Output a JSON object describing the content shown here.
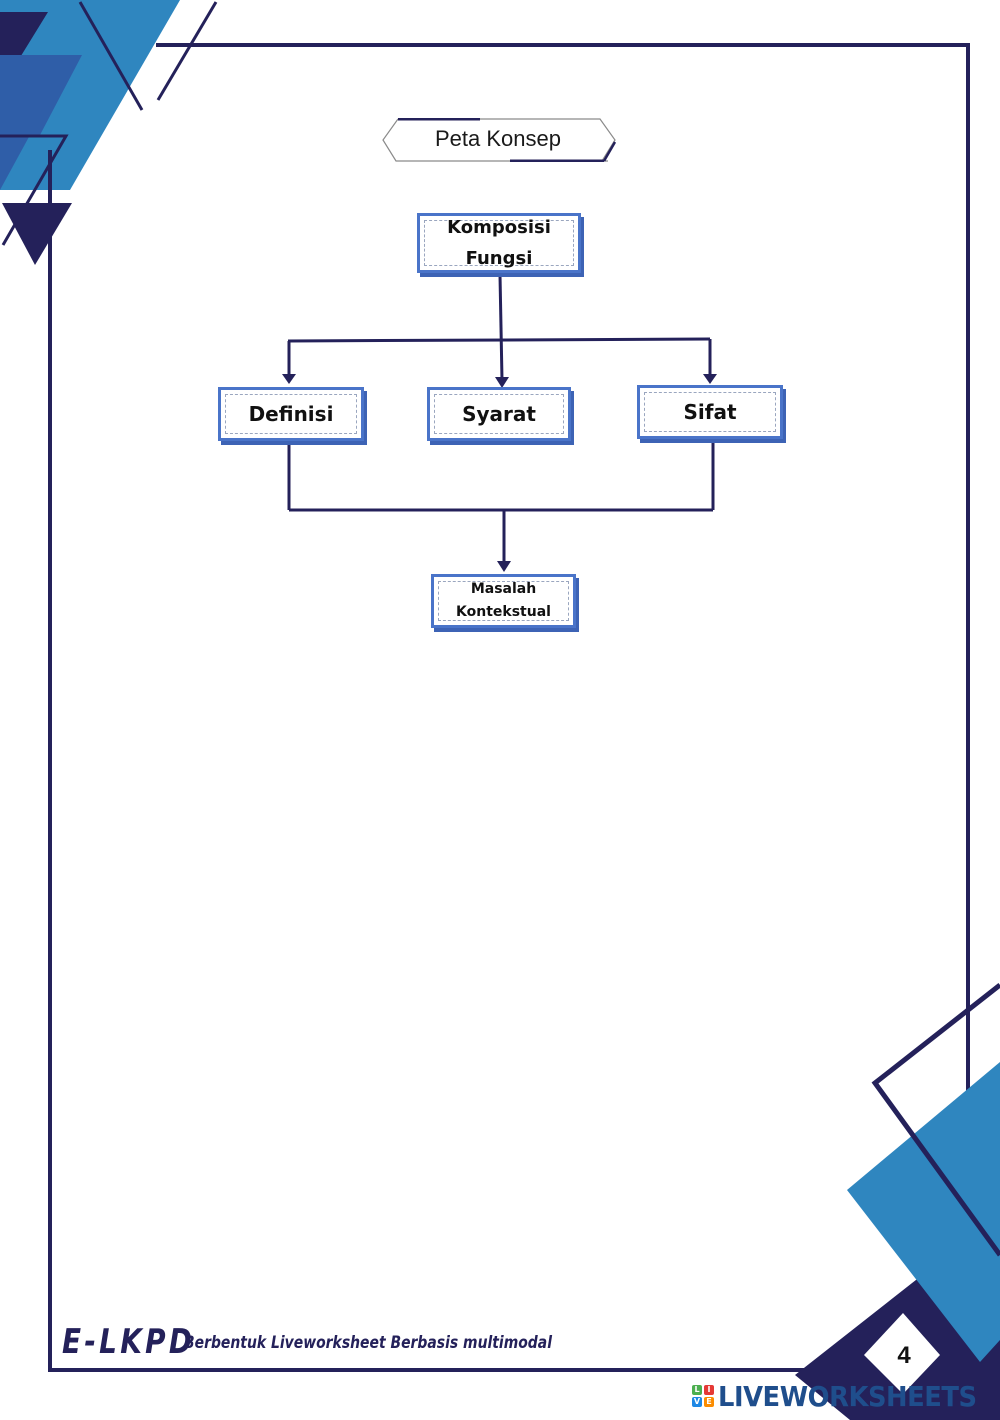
{
  "page": {
    "title": "Peta Konsep",
    "page_number": "4"
  },
  "colors": {
    "navy": "#24215a",
    "steel_blue": "#2f86bf",
    "mid_blue": "#2f5ea8",
    "node_border": "#4a74c9"
  },
  "concept_map": {
    "root": {
      "line1": "Komposisi",
      "line2": "Fungsi"
    },
    "children": [
      {
        "label": "Definisi"
      },
      {
        "label": "Syarat"
      },
      {
        "label": "Sifat"
      }
    ],
    "result": {
      "line1": "Masalah",
      "line2": "Kontekstual"
    }
  },
  "footer": {
    "brand": "E-LKPD",
    "subtitle": "Berbentuk Liveworksheet Berbasis multimodal"
  },
  "watermark": {
    "icon_letters": [
      "L",
      "I",
      "V",
      "E"
    ],
    "icon_colors": [
      "#4caf50",
      "#e53935",
      "#1e88e5",
      "#fb8c00"
    ],
    "text": "LIVEWORKSHEETS"
  }
}
